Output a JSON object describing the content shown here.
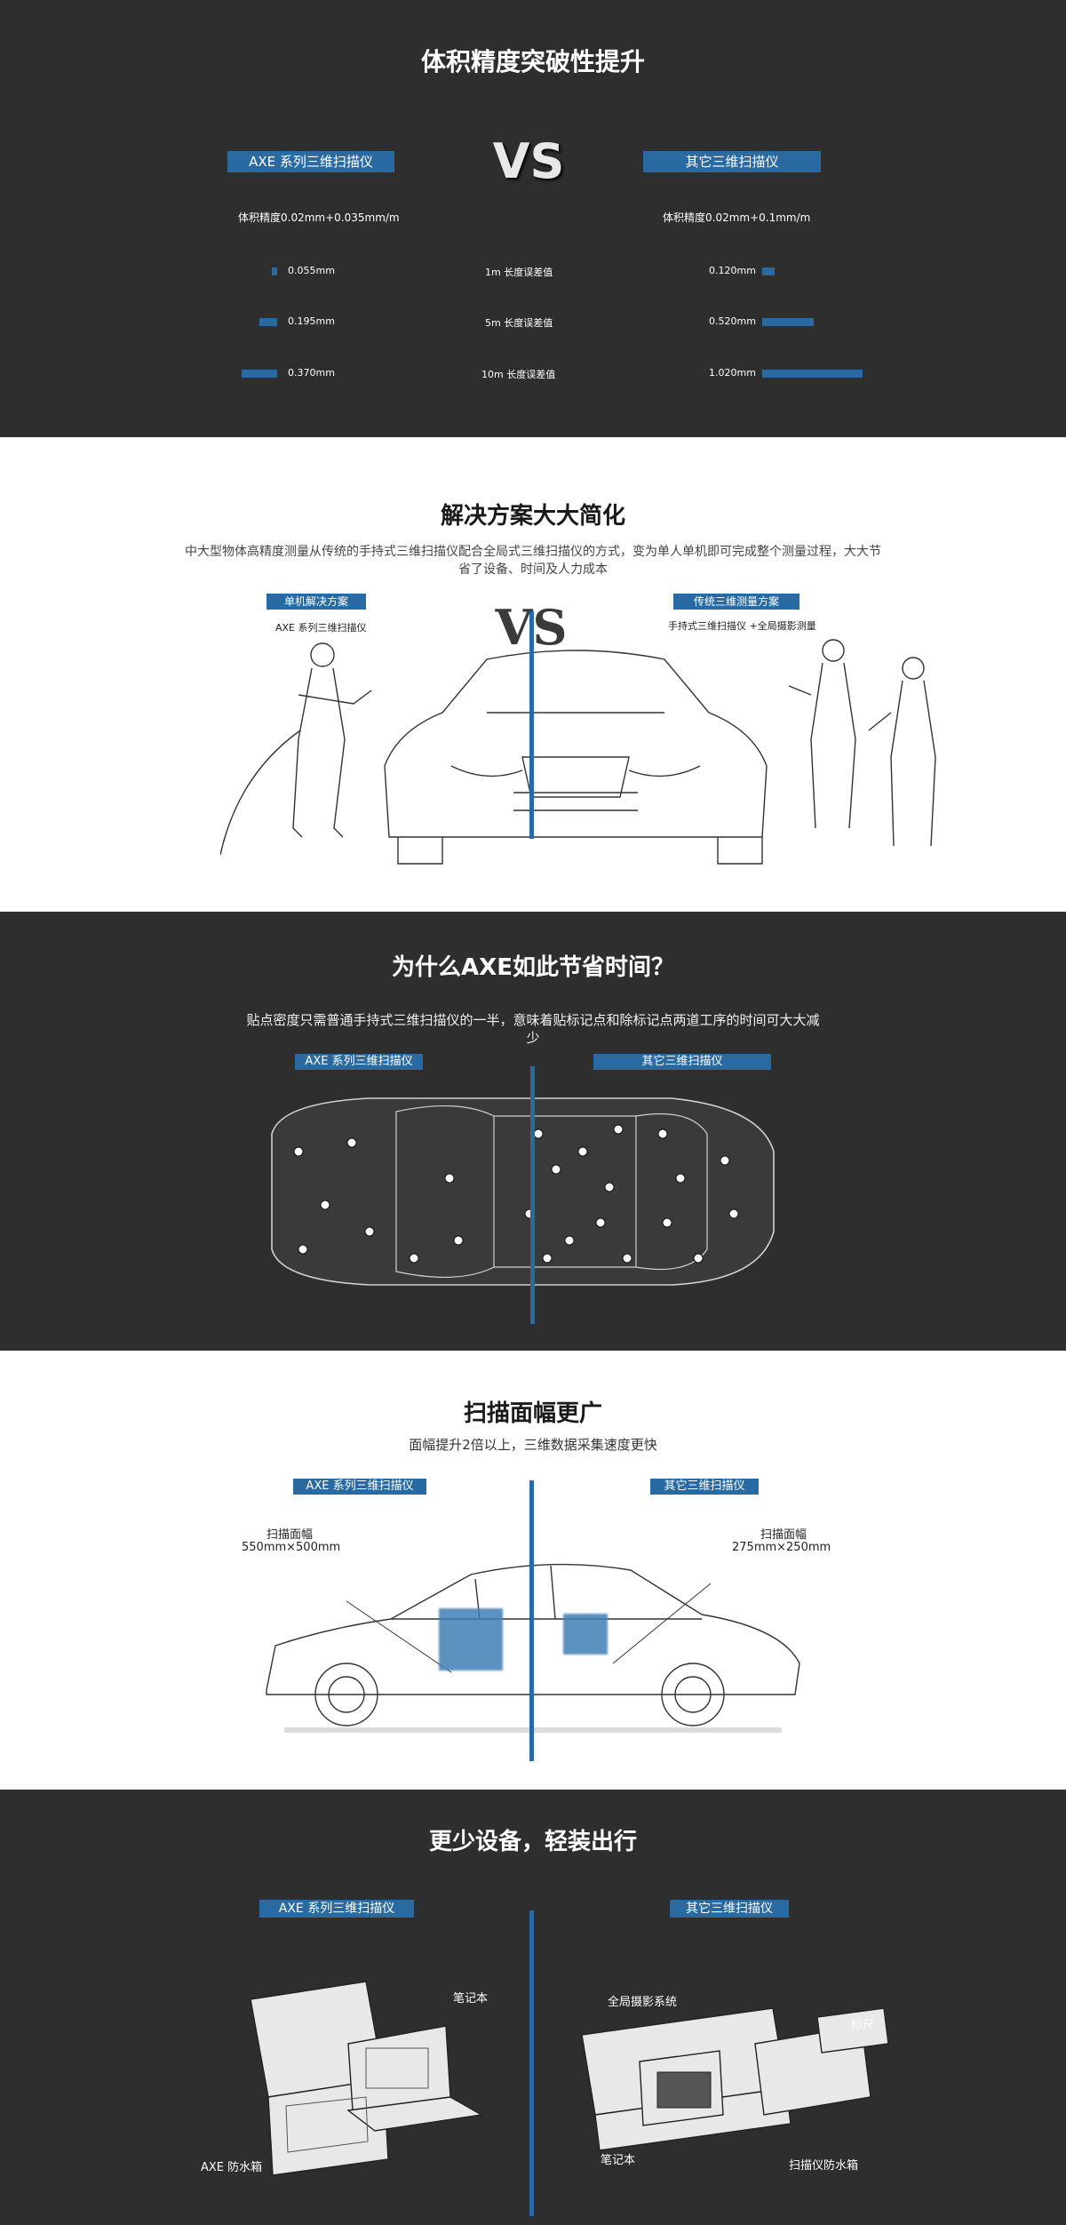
{
  "s1": {
    "title": "体积精度突破性提升",
    "vs": "VS",
    "left_tag": "AXE 系列三维扫描仪",
    "right_tag": "其它三维扫描仪",
    "left_accuracy": "体积精度0.02mm+0.035mm/m",
    "right_accuracy": "体积精度0.02mm+0.1mm/m",
    "rows": [
      {
        "left": "0.055mm",
        "label": "1m 长度误差值",
        "right": "0.120mm"
      },
      {
        "left": "0.195mm",
        "label": "5m 长度误差值",
        "right": "0.520mm"
      },
      {
        "left": "0.370mm",
        "label": "10m 长度误差值",
        "right": "1.020mm"
      }
    ],
    "accent": "#2a6aa3"
  },
  "s2": {
    "title": "解决方案大大简化",
    "subtitle_line1": "中大型物体高精度测量从传统的手持式三维扫描仪配合全局式三维扫描仪的方式，变为单人单机即可完成整个测量过程，大大节",
    "subtitle_line2": "省了设备、时间及人力成本",
    "left_tag": "单机解决方案",
    "left_caption": "AXE 系列三维扫描仪",
    "right_tag": "传统三维测量方案",
    "right_caption": "手持式三维扫描仪 +全局摄影测量",
    "vs": "VS"
  },
  "s3": {
    "title": "为什么AXE如此节省时间？",
    "subtitle_line1": "贴点密度只需普通手持式三维扫描仪的一半，意味着贴标记点和除标记点两道工序的时间可大大减",
    "subtitle_line2": "少",
    "left_tag": "AXE 系列三维扫描仪",
    "right_tag": "其它三维扫描仪"
  },
  "s4": {
    "title": "扫描面幅更广",
    "subtitle": "面幅提升2倍以上，三维数据采集速度更快",
    "left_tag": "AXE 系列三维扫描仪",
    "right_tag": "其它三维扫描仪",
    "left_area_label": "扫描面幅",
    "left_area_value": "550mm×500mm",
    "right_area_label": "扫描面幅",
    "right_area_value": "275mm×250mm"
  },
  "s5": {
    "title": "更少设备，轻装出行",
    "left_tag": "AXE 系列三维扫描仪",
    "right_tag": "其它三维扫描仪",
    "left_laptop": "笔记本",
    "left_case": "AXE 防水箱",
    "right_global": "全局摄影系统",
    "right_scale": "标尺",
    "right_laptop": "笔记本",
    "right_case": "扫描仪防水箱"
  }
}
